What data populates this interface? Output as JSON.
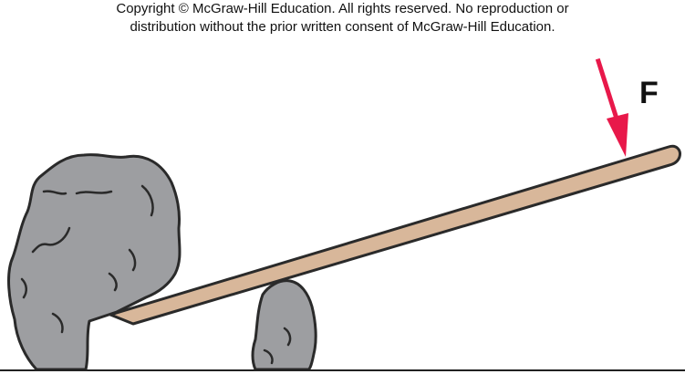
{
  "copyright": {
    "line1": "Copyright © McGraw-Hill Education.  All rights reserved. No reproduction or",
    "line2": "distribution without the prior written consent of McGraw-Hill Education."
  },
  "diagram": {
    "force_label": "F",
    "colors": {
      "lever": "#d8b79a",
      "outline": "#2a2a2a",
      "rock": "#9d9ea1",
      "force_arrow": "#e8184a",
      "ground": "#222222"
    },
    "icons": {
      "large_rock": "boulder-icon",
      "fulcrum": "fulcrum-rock-icon",
      "arrow": "downward-arrow-icon"
    }
  }
}
